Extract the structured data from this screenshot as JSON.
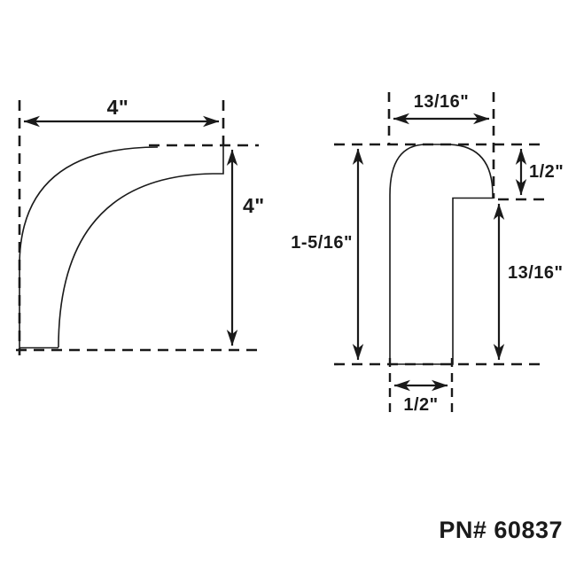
{
  "drawing": {
    "part_number_label": "PN# 60837",
    "front_view": {
      "width_dim": "4\"",
      "height_dim": "4\""
    },
    "profile_view": {
      "top_width_dim": "13/16\"",
      "lip_height_dim": "1/2\"",
      "overall_height_dim": "1-5/16\"",
      "leg_height_dim": "13/16\"",
      "leg_width_dim": "1/2\""
    },
    "colors": {
      "line": "#1a1a1a",
      "background": "#ffffff"
    }
  }
}
